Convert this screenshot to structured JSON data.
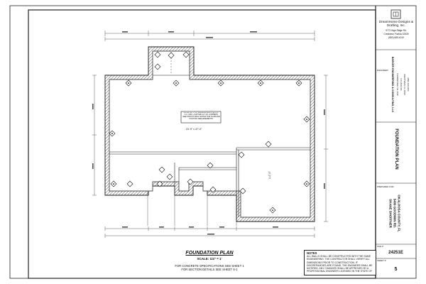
{
  "title_block": {
    "company_name": "DreamHome Designs & Drafting, Inc.",
    "company_address_lines": [
      "9772 High Ridge Rd.",
      "Crestview, Florida 32539",
      "(850) 689-4019"
    ],
    "engineer_label": "ENGINEER",
    "engineer_name": "BARKER ENGINEERING & CONSULTING, LLC",
    "engineer_details": [
      "FLORIDA REG. No. 0000",
      "P.O. BOX 000",
      "CRESTVIEW, FL 32536",
      "(850) 000-0000"
    ],
    "sheet_title": "FOUNDATION PLAN",
    "prepared_for_label": "PREPARED FOR:",
    "client_lines": [
      "SHANE SHOFFNER",
      "5409 GOODWIN RD.",
      "OKALOOSA COUNTY, FL"
    ],
    "file_label": "FILE #:",
    "file_number": "24251E",
    "sheet_label": "SHEET #:",
    "sheet_number": "5"
  },
  "drawing": {
    "plan_title": "FOUNDATION PLAN",
    "scale": "SCALE: 1/4\" = 1'",
    "ref_lines": [
      "FOR CONCRETE SPECIFICATIONS SEE SHEET 1",
      "FOR SECTION DETAILS SEE SHEET S-1"
    ],
    "room_labels": [
      "23'-9\" x 47'-0\"",
      "1,4\"-0\""
    ],
    "center_note": "NOTE: 1/2\" x 10\" ANCHOR BOLTS @ 6'-0\" O.C. MAX. & WITHIN 12\" OF CORNERS. SEE STRUCTURAL NOTES FOR SLAB AND FOOTING REQUIREMENTS."
  },
  "notes": {
    "title": "NOTES",
    "body": "ALL WALLS SHALL BE CONSTRUCTED WITH THE SAME ENGINEERING. THE CONTRACTOR SHALL VERIFY ALL DIMENSIONS PRIOR TO CONSTRUCTION. IF DISCREPANCIES ARE FOUND, THE ENGINEER SHALL BE NOTIFIED. ANY CHANGES SHALL BE APPROVED BY A PROFESSIONAL ENGINEER LICENSED IN THE STATE OF FLORIDA. THE BUILDER SHALL BE RESPONSIBLE FOR FOLLOWING ALL ITEMS IN THE DRAWINGS AND SPECIFICATIONS."
  },
  "colors": {
    "line": "#1a1a1a",
    "hatch": "#444444",
    "paper": "#ffffff"
  }
}
